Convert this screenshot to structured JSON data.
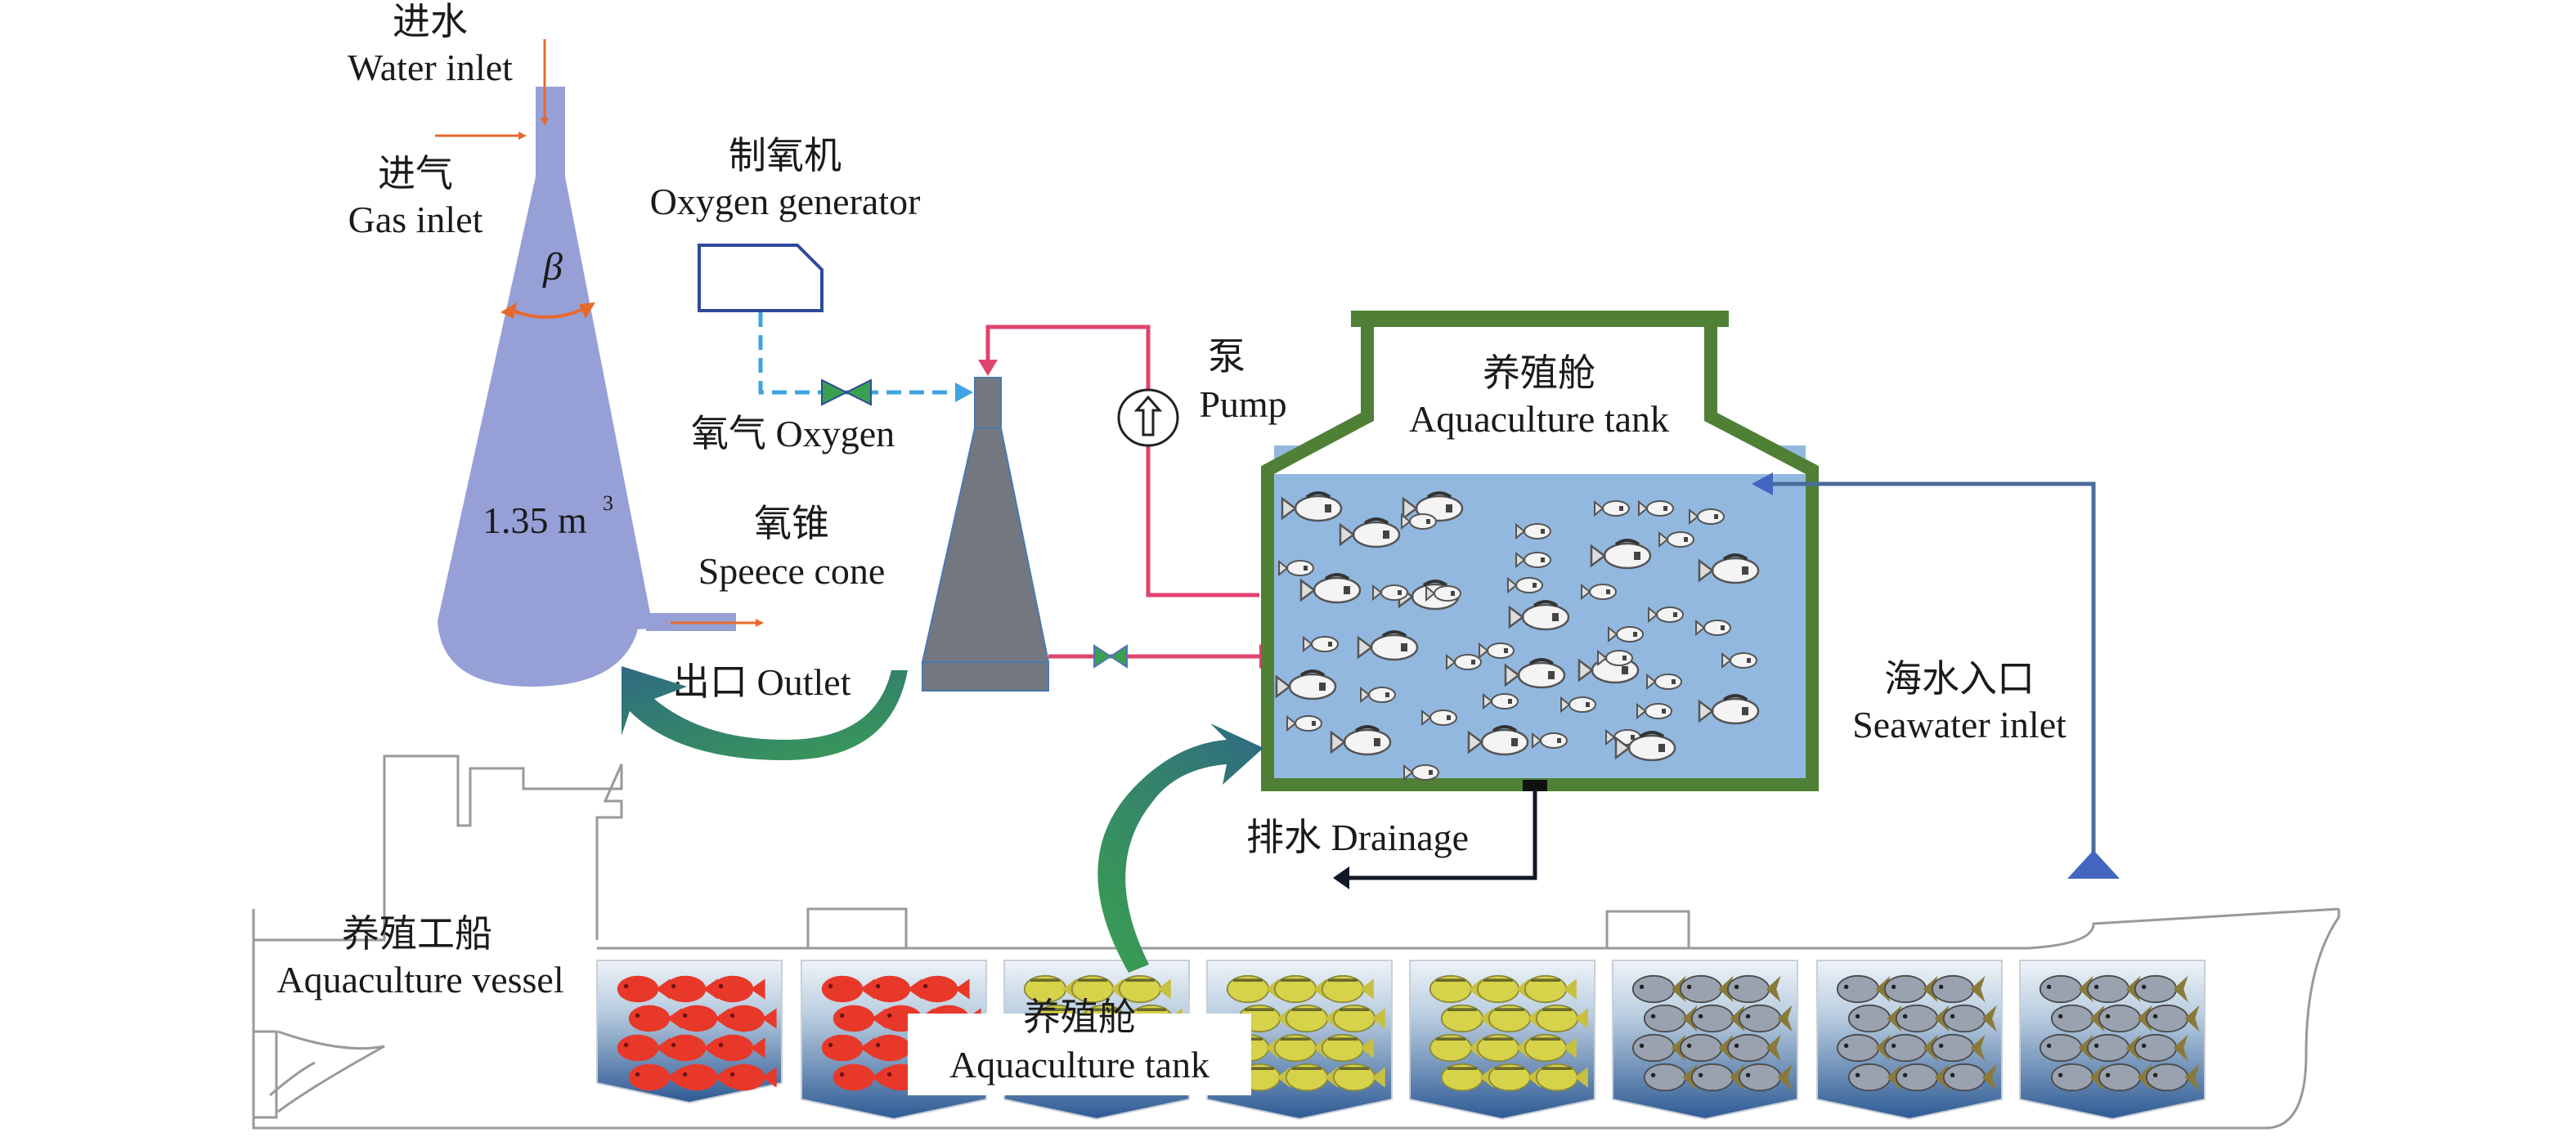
{
  "labels": {
    "water_inlet_zh": "进水",
    "water_inlet_en": "Water inlet",
    "gas_inlet_zh": "进气",
    "gas_inlet_en": "Gas inlet",
    "beta": "β",
    "volume": "1.35 m",
    "volume_sup": "3",
    "oxygen_generator_zh": "制氧机",
    "oxygen_generator_en": "Oxygen generator",
    "oxygen": "氧气 Oxygen",
    "speece_cone_zh": "氧锥",
    "speece_cone_en": "Speece cone",
    "outlet": "出口 Outlet",
    "pump_zh": "泵",
    "pump_en": "Pump",
    "tank_top_zh": "养殖舱",
    "tank_top_en": "Aquaculture tank",
    "seawater_inlet_zh": "海水入口",
    "seawater_inlet_en": "Seawater inlet",
    "drainage": "排水 Drainage",
    "vessel_zh": "养殖工船",
    "vessel_en": "Aquaculture vessel",
    "tank_bottom_zh": "养殖舱",
    "tank_bottom_en": "Aquaculture tank"
  },
  "colors": {
    "cone": "#96a0d6",
    "speece": "#737880",
    "pipe_pink": "#e0436e",
    "oxygen_dashed": "#3fa4e0",
    "tank_border": "#4f8036",
    "tank_water": "#92b8e0",
    "seawater_pipe": "#4a6c9c",
    "seawater_arrow": "#4266c0",
    "orange_arrow": "#e8692c",
    "green_arrow": "#3aa050",
    "teal_arrow": "#2f6a82"
  },
  "hold_tanks": [
    {
      "fish": "red"
    },
    {
      "fish": "red"
    },
    {
      "fish": "yellow"
    },
    {
      "fish": "yellow"
    },
    {
      "fish": "yellow"
    },
    {
      "fish": "silver"
    },
    {
      "fish": "silver"
    },
    {
      "fish": "silver"
    }
  ]
}
